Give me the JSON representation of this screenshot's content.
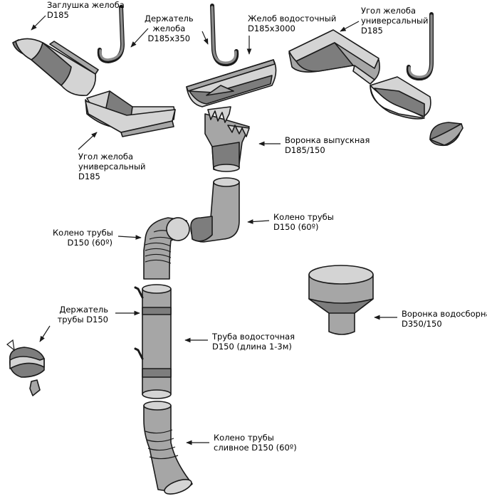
{
  "labels": {
    "cap": [
      "Заглушка желоба",
      "D185"
    ],
    "gutter_holder": [
      "Держатель",
      "желоба",
      "D185x350"
    ],
    "gutter": [
      "Желоб водосточный",
      "D185x3000"
    ],
    "corner_top": [
      "Угол желоба",
      "универсальный",
      "D185"
    ],
    "corner_left": [
      "Угол желоба",
      "универсальный",
      "D185"
    ],
    "outlet_funnel": [
      "Воронка выпускная",
      "D185/150"
    ],
    "elbow_right": [
      "Колено трубы",
      "D150 (60º)"
    ],
    "elbow_left": [
      "Колено трубы",
      "D150 (60º)"
    ],
    "pipe_holder": [
      "Держатель",
      "трубы D150"
    ],
    "pipe": [
      "Труба водосточная",
      "D150 (длина 1-3м)"
    ],
    "collector_funnel": [
      "Воронка водосборная",
      "D350/150"
    ],
    "drain_elbow": [
      "Колено трубы",
      "сливное D150 (60º)"
    ]
  },
  "colors": {
    "light_metal": "#d4d4d4",
    "mid_metal": "#a6a6a6",
    "dark_metal": "#7d7d7d",
    "outline": "#1a1a1a"
  }
}
